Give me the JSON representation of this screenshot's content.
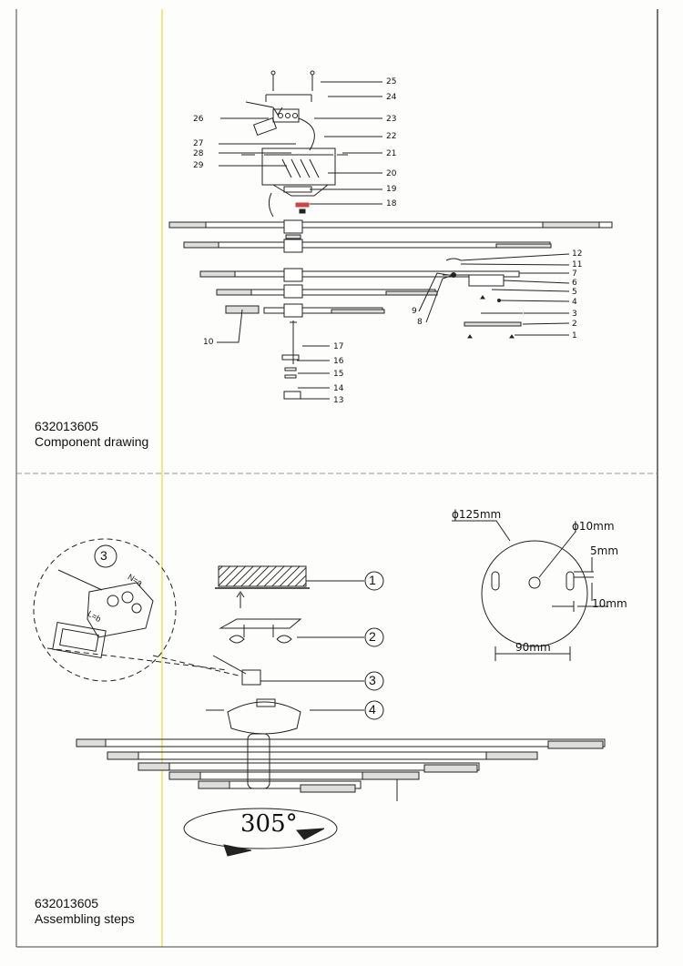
{
  "top": {
    "code": "632013605",
    "title": "Component drawing",
    "callouts": [
      "1",
      "2",
      "3",
      "4",
      "5",
      "6",
      "7",
      "8",
      "9",
      "10",
      "11",
      "12",
      "13",
      "14",
      "15",
      "16",
      "17",
      "18",
      "19",
      "20",
      "21",
      "22",
      "23",
      "24",
      "25",
      "26",
      "27",
      "28",
      "29"
    ]
  },
  "bottom": {
    "code": "632013605",
    "title": "Assembling steps",
    "steps": [
      "1",
      "2",
      "3",
      "4"
    ],
    "detail_step": "3",
    "rotation": "305°",
    "wire_labels": {
      "n": "N=a",
      "l": "L=b"
    },
    "plate": {
      "diameter": "ϕ125mm",
      "hole": "ϕ10mm",
      "slot_width": "5mm",
      "slot_length": "10mm",
      "hole_spacing": "90mm"
    }
  }
}
